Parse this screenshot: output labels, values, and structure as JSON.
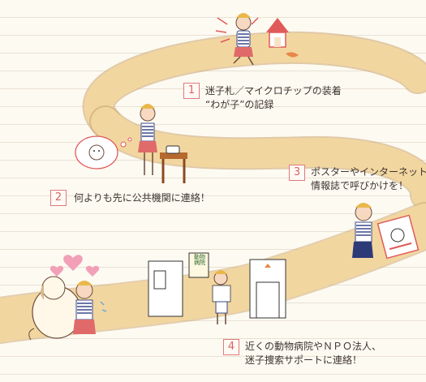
{
  "steps": [
    {
      "number": "1",
      "lines": [
        "迷子札／マイクロチップの装着",
        "“わが子”の記録"
      ]
    },
    {
      "number": "2",
      "lines": [
        "何よりも先に公共機関に連絡！"
      ]
    },
    {
      "number": "3",
      "lines": [
        "ポスターやインターネット",
        "情報誌で呼びかけを！"
      ]
    },
    {
      "number": "4",
      "lines": [
        "近くの動物病院やＮＰＯ法人、",
        "迷子捜索サポートに連絡！"
      ]
    }
  ],
  "sign_text": [
    "動",
    "物",
    "病",
    "院"
  ],
  "colors": {
    "road": "#f2d6a0",
    "road_edge": "#c9a36b",
    "accent_red": "#e05a5a",
    "stripe_blue": "#3b4a8a",
    "hair": "#e8b84a",
    "skirt": "#e06a6a",
    "heart": "#f2a0b8",
    "paper": "#fdfaf2"
  },
  "icons": [
    "house-icon",
    "phone-icon",
    "dog-thought-bubble-icon",
    "hearts-icon",
    "poster-icon"
  ]
}
